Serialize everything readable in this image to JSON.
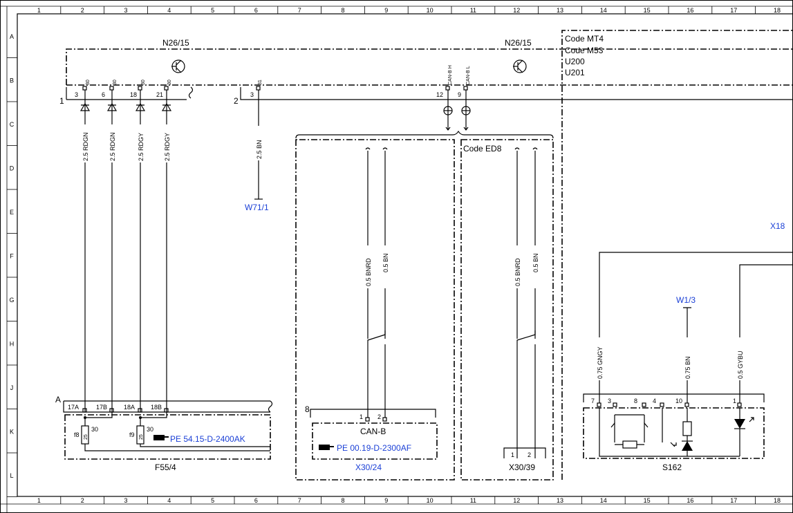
{
  "grid": {
    "columns": [
      "1",
      "2",
      "3",
      "4",
      "5",
      "6",
      "7",
      "8",
      "9",
      "10",
      "11",
      "12",
      "13",
      "14",
      "15",
      "16",
      "17",
      "18"
    ],
    "rows": [
      "A",
      "B",
      "C",
      "D",
      "E",
      "F",
      "G",
      "H",
      "J",
      "K",
      "L"
    ]
  },
  "components": {
    "n26_left": "N26/15",
    "n26_right": "N26/15",
    "f55": "F55/4",
    "x30_24": "X30/24",
    "x30_39": "X30/39",
    "s162": "S162",
    "w71": "W71/1",
    "w1_3": "W1/3",
    "x18": "X18",
    "can_b": "CAN-B"
  },
  "codes": {
    "mt4": "Code MT4",
    "m53": "Code M53",
    "u200": "U200",
    "u201": "U201",
    "ed8": "Code ED8"
  },
  "refs": {
    "pe54": "PE 54.15-D-2400AK",
    "pe00": "PE 00.19-D-2300AF"
  },
  "pins_top": {
    "p3": "3",
    "p6": "6",
    "p18": "18",
    "p21": "21",
    "t30a": "30",
    "t30b": "30",
    "t30c": "30",
    "t30d": "30",
    "p3b": "3",
    "t31": "31",
    "p12": "12",
    "p9": "9",
    "canh": "CAN-B H",
    "canl": "CAN-B L",
    "one": "1",
    "two": "2"
  },
  "wires": {
    "w1": "2.5 RDGN",
    "w2": "2.5 RDGN",
    "w3": "2.5 RDGY",
    "w4": "2.5 RDGY",
    "w5": "2.5 BN",
    "w6": "0.5 BNRD",
    "w7": "0.5 BN",
    "w8": "0.5 BNRD",
    "w9": "0.5 BN",
    "w10": "0.75 GNGY",
    "w11": "0.75 BN",
    "w12": "0.5 GYBU"
  },
  "fuse": {
    "a": "A",
    "p17a": "17A",
    "p17b": "17B",
    "p18a": "18A",
    "p18b": "18B",
    "f8": "f8",
    "f9": "f9",
    "r25a": "25",
    "r25b": "25",
    "t30e": "30",
    "t30f": "30"
  },
  "connectors": {
    "eight": "8",
    "c1": "1",
    "c2": "2",
    "d1": "1",
    "d2": "2"
  },
  "s162_pins": {
    "s7": "7",
    "s3": "3",
    "s8": "8",
    "s4": "4",
    "s10": "10",
    "s1": "1"
  }
}
